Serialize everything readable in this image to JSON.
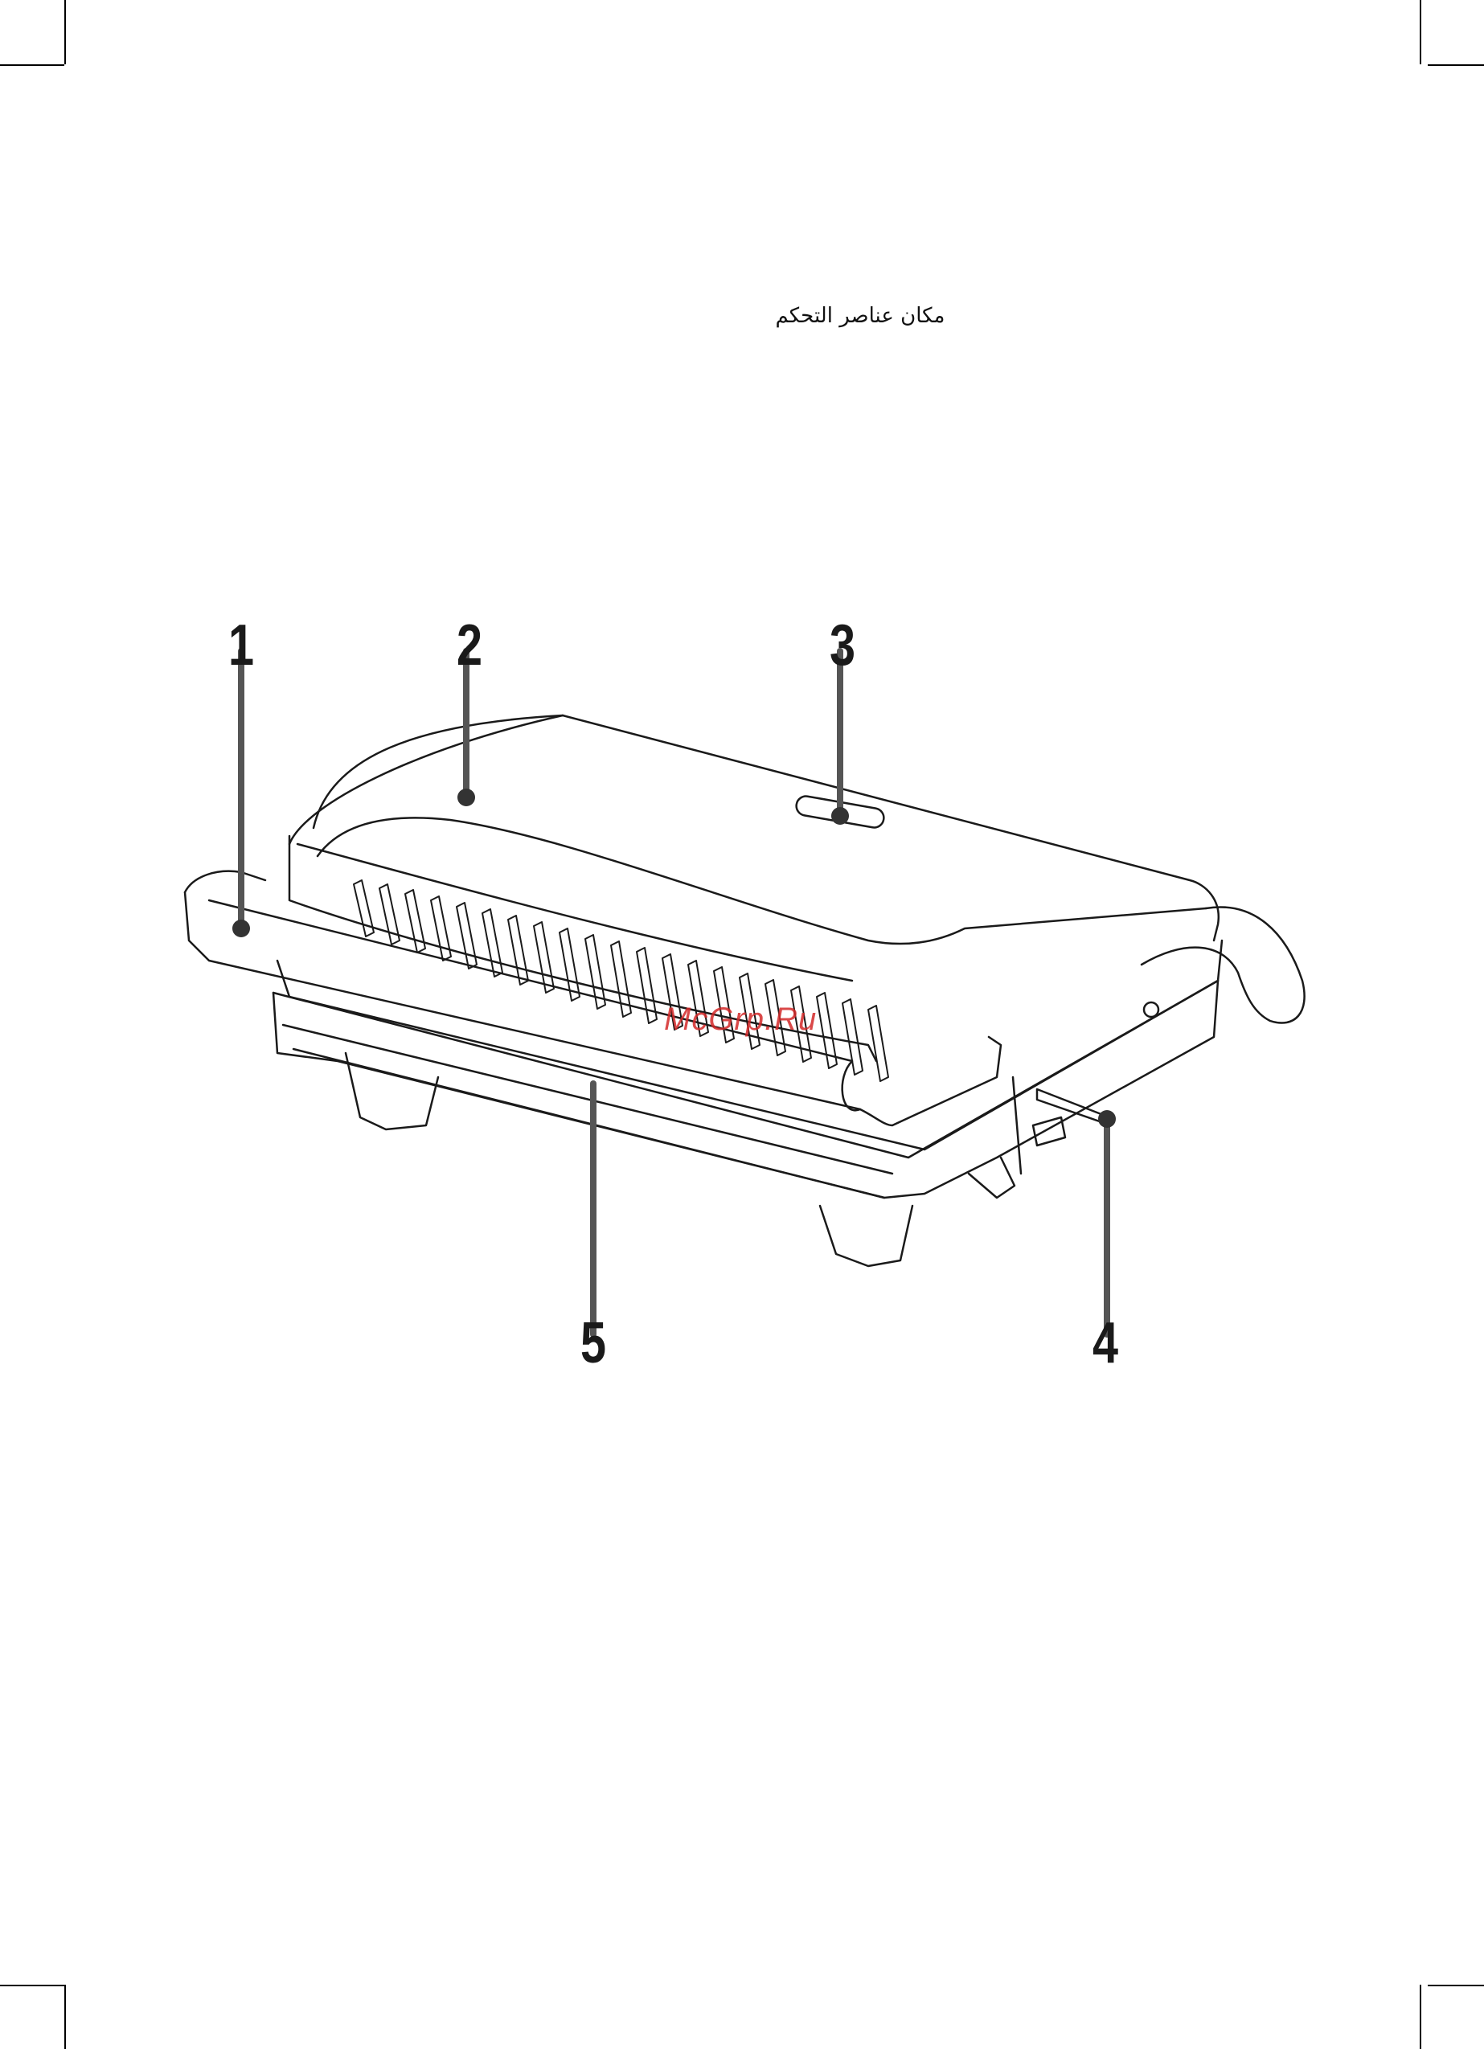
{
  "page": {
    "heading": "مكان عناصر التحكم",
    "watermark": "McGrp.Ru"
  },
  "callouts": [
    {
      "number": "1"
    },
    {
      "number": "2"
    },
    {
      "number": "3"
    },
    {
      "number": "4"
    },
    {
      "number": "5"
    }
  ],
  "colors": {
    "line": "#1a1a1a",
    "leader": "#555555",
    "watermark": "#d42a2a"
  }
}
